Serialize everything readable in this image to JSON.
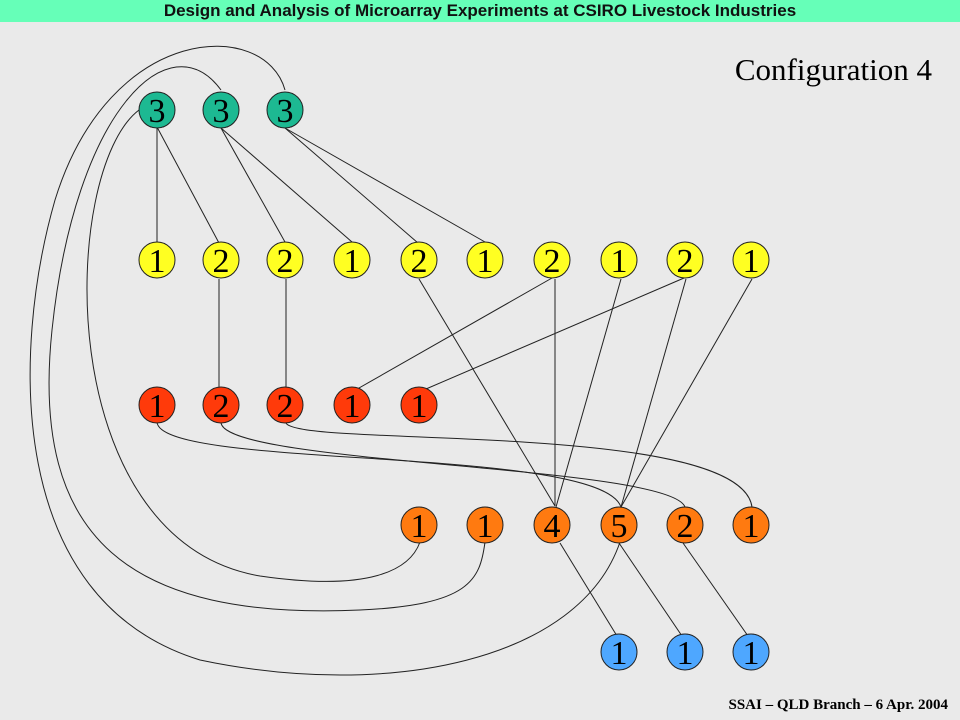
{
  "header": {
    "title": "Design and Analysis of Microarray Experiments at CSIRO Livestock Industries"
  },
  "diagram": {
    "title": "Configuration 4",
    "colors": {
      "green": "#1db992",
      "yellow": "#ffff22",
      "red": "#ff3a0a",
      "orange": "#ff7a10",
      "blue": "#4ea7ff"
    },
    "rows": [
      {
        "name": "green",
        "labels": [
          "3",
          "3",
          "3"
        ]
      },
      {
        "name": "yellow",
        "labels": [
          "1",
          "2",
          "2",
          "1",
          "2",
          "1",
          "2",
          "1",
          "2",
          "1"
        ]
      },
      {
        "name": "red",
        "labels": [
          "1",
          "2",
          "2",
          "1",
          "1"
        ]
      },
      {
        "name": "orange",
        "labels": [
          "1",
          "1",
          "4",
          "5",
          "2",
          "1"
        ]
      },
      {
        "name": "blue",
        "labels": [
          "1",
          "1",
          "1"
        ]
      }
    ]
  },
  "footer": {
    "text": "SSAI – QLD Branch – 6 Apr. 2004"
  }
}
